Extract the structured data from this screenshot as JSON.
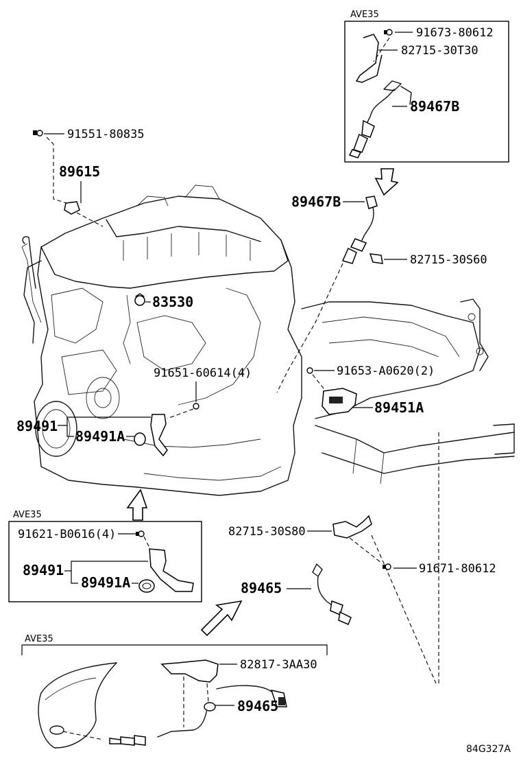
{
  "diagram": {
    "code": "84G327A",
    "boxes": {
      "top_right": {
        "title": "AVE35",
        "labels": [
          "91673-80612",
          "82715-30T30",
          "89467B"
        ]
      },
      "middle_left": {
        "title": "AVE35",
        "labels": [
          "91621-B0616(4)",
          "89491",
          "89491A"
        ]
      },
      "bottom": {
        "title": "AVE35",
        "labels": [
          "82817-3AA30",
          "89465"
        ]
      }
    },
    "main_labels": {
      "p91551": "91551-80835",
      "p89615": "89615",
      "p89467b": "89467B",
      "p82715s60": "82715-30S60",
      "p83530": "83530",
      "p91651": "91651-60614(4)",
      "p91653": "91653-A0620(2)",
      "p89491": "89491",
      "p89491a": "89491A",
      "p89451a": "89451A",
      "p82715s80": "82715-30S80",
      "p91671": "91671-80612",
      "p89465": "89465"
    }
  }
}
